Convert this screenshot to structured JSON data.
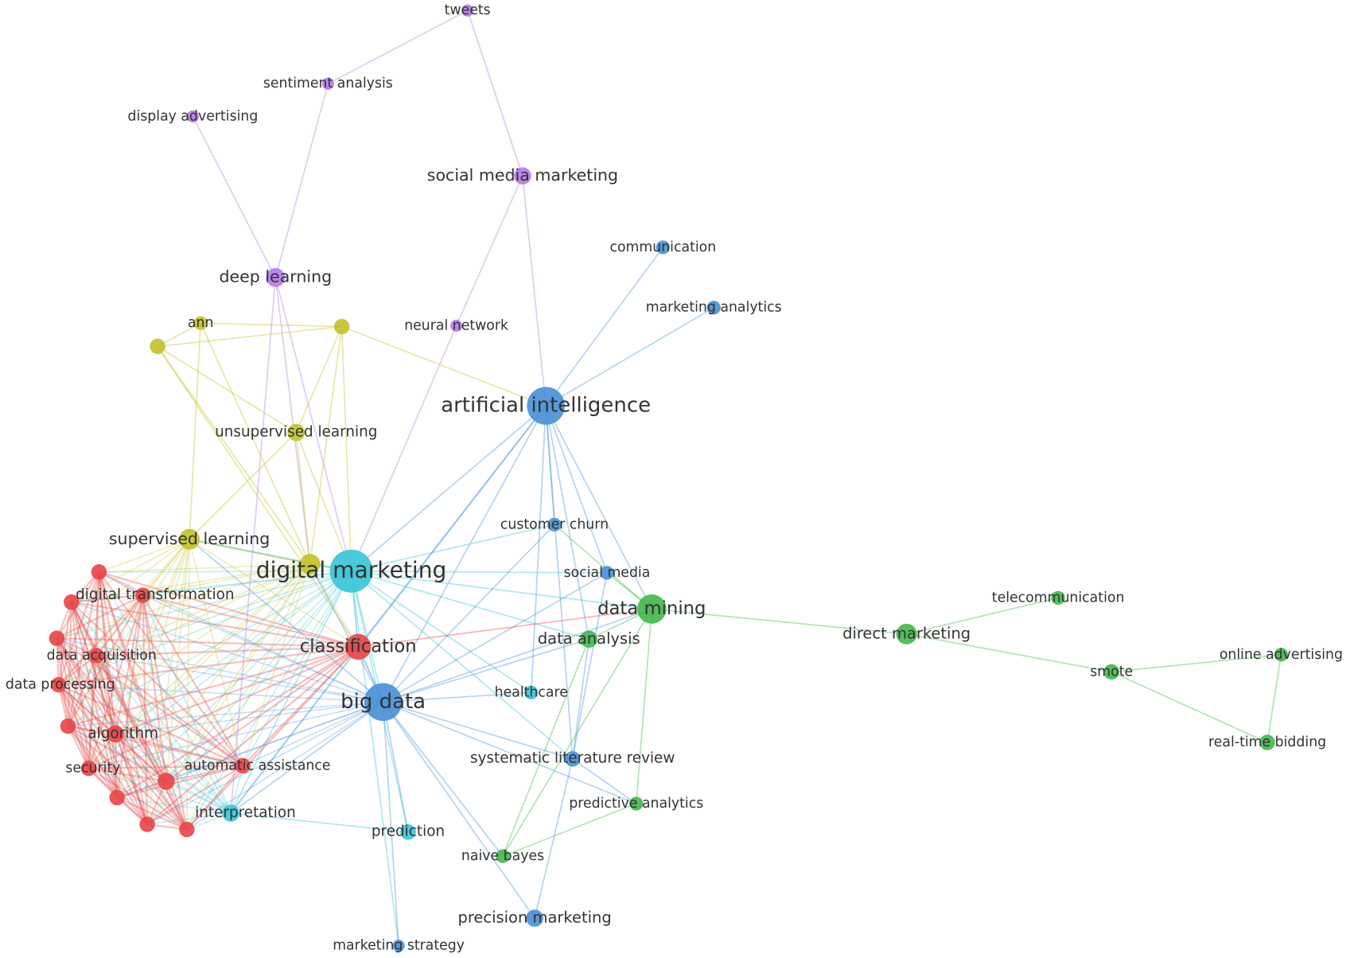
{
  "title": "Keyword co-occurrence network",
  "clusters": {
    "red": "#e8474a",
    "yellow": "#c4c22e",
    "cyan": "#3cc6d8",
    "blue": "#4b93d6",
    "green": "#47b84e",
    "purple": "#b47fe6"
  },
  "nodes": [
    {
      "id": "tweets",
      "label": "tweets",
      "cluster": "purple"
    },
    {
      "id": "sentiment",
      "label": "sentiment analysis",
      "cluster": "purple"
    },
    {
      "id": "display",
      "label": "display advertising",
      "cluster": "purple"
    },
    {
      "id": "smm",
      "label": "social media marketing",
      "cluster": "purple"
    },
    {
      "id": "deep",
      "label": "deep learning",
      "cluster": "purple"
    },
    {
      "id": "neural",
      "label": "neural network",
      "cluster": "purple"
    },
    {
      "id": "comm",
      "label": "communication",
      "cluster": "blue"
    },
    {
      "id": "mkt_analytics",
      "label": "marketing analytics",
      "cluster": "blue"
    },
    {
      "id": "ai",
      "label": "artificial intelligence",
      "cluster": "blue"
    },
    {
      "id": "churn",
      "label": "customer churn",
      "cluster": "blue"
    },
    {
      "id": "social",
      "label": "social media",
      "cluster": "blue"
    },
    {
      "id": "bigdata",
      "label": "big data",
      "cluster": "blue"
    },
    {
      "id": "slr",
      "label": "systematic literature review",
      "cluster": "blue"
    },
    {
      "id": "precision",
      "label": "precision marketing",
      "cluster": "blue"
    },
    {
      "id": "strategy",
      "label": "marketing strategy",
      "cluster": "blue"
    },
    {
      "id": "ann",
      "label": "ann",
      "cluster": "yellow"
    },
    {
      "id": "y1",
      "label": "",
      "cluster": "yellow"
    },
    {
      "id": "y2",
      "label": "",
      "cluster": "yellow"
    },
    {
      "id": "unsup",
      "label": "unsupervised learning",
      "cluster": "yellow"
    },
    {
      "id": "sup",
      "label": "supervised learning",
      "cluster": "yellow"
    },
    {
      "id": "y3",
      "label": "",
      "cluster": "yellow"
    },
    {
      "id": "dm",
      "label": "digital marketing",
      "cluster": "cyan"
    },
    {
      "id": "health",
      "label": "healthcare",
      "cluster": "cyan"
    },
    {
      "id": "interp",
      "label": "interpretation",
      "cluster": "cyan"
    },
    {
      "id": "pred",
      "label": "prediction",
      "cluster": "cyan"
    },
    {
      "id": "class",
      "label": "classification",
      "cluster": "red"
    },
    {
      "id": "r1",
      "label": "",
      "cluster": "red"
    },
    {
      "id": "r2",
      "label": "",
      "cluster": "red"
    },
    {
      "id": "dtrans",
      "label": "digital transformation",
      "cluster": "red"
    },
    {
      "id": "r3",
      "label": "",
      "cluster": "red"
    },
    {
      "id": "dacq",
      "label": "data acquisition",
      "cluster": "red"
    },
    {
      "id": "dproc",
      "label": "data processing",
      "cluster": "red"
    },
    {
      "id": "r4",
      "label": "",
      "cluster": "red"
    },
    {
      "id": "algo",
      "label": "algorithm",
      "cluster": "red"
    },
    {
      "id": "security",
      "label": "security",
      "cluster": "red"
    },
    {
      "id": "autoassist",
      "label": "automatic assistance",
      "cluster": "red"
    },
    {
      "id": "r5",
      "label": "",
      "cluster": "red"
    },
    {
      "id": "r6",
      "label": "",
      "cluster": "red"
    },
    {
      "id": "r7",
      "label": "",
      "cluster": "red"
    },
    {
      "id": "r8",
      "label": "",
      "cluster": "red"
    },
    {
      "id": "datamining",
      "label": "data mining",
      "cluster": "green"
    },
    {
      "id": "danalysis",
      "label": "data analysis",
      "cluster": "green"
    },
    {
      "id": "direct",
      "label": "direct marketing",
      "cluster": "green"
    },
    {
      "id": "telecom",
      "label": "telecommunication",
      "cluster": "green"
    },
    {
      "id": "smote",
      "label": "smote",
      "cluster": "green"
    },
    {
      "id": "online",
      "label": "online advertising",
      "cluster": "green"
    },
    {
      "id": "rtb",
      "label": "real-time bidding",
      "cluster": "green"
    },
    {
      "id": "predan",
      "label": "predictive analytics",
      "cluster": "green"
    },
    {
      "id": "naive",
      "label": "naive bayes",
      "cluster": "green"
    }
  ],
  "edges": [
    [
      "tweets",
      "sentiment"
    ],
    [
      "tweets",
      "smm"
    ],
    [
      "sentiment",
      "deep"
    ],
    [
      "display",
      "deep"
    ],
    [
      "smm",
      "neural"
    ],
    [
      "smm",
      "ai"
    ],
    [
      "deep",
      "dm"
    ],
    [
      "deep",
      "y3"
    ],
    [
      "deep",
      "interp"
    ],
    [
      "neural",
      "dm"
    ],
    [
      "ann",
      "y1"
    ],
    [
      "ann",
      "y2"
    ],
    [
      "y1",
      "y2"
    ],
    [
      "y1",
      "unsup"
    ],
    [
      "y1",
      "y3"
    ],
    [
      "ann",
      "y3"
    ],
    [
      "y2",
      "unsup"
    ],
    [
      "y2",
      "y3"
    ],
    [
      "y2",
      "ai"
    ],
    [
      "y2",
      "dm"
    ],
    [
      "unsup",
      "sup"
    ],
    [
      "unsup",
      "dm"
    ],
    [
      "unsup",
      "y3"
    ],
    [
      "sup",
      "y3"
    ],
    [
      "sup",
      "dm"
    ],
    [
      "ann",
      "sup"
    ],
    [
      "y1",
      "class"
    ],
    [
      "ai",
      "comm"
    ],
    [
      "ai",
      "mkt_analytics"
    ],
    [
      "ai",
      "churn"
    ],
    [
      "ai",
      "social"
    ],
    [
      "ai",
      "datamining"
    ],
    [
      "ai",
      "dm"
    ],
    [
      "ai",
      "bigdata"
    ],
    [
      "ai",
      "class"
    ],
    [
      "ai",
      "danalysis"
    ],
    [
      "ai",
      "health"
    ],
    [
      "ai",
      "slr"
    ],
    [
      "ai",
      "interp"
    ],
    [
      "dm",
      "social"
    ],
    [
      "dm",
      "datamining"
    ],
    [
      "dm",
      "danalysis"
    ],
    [
      "dm",
      "bigdata"
    ],
    [
      "dm",
      "class"
    ],
    [
      "dm",
      "churn"
    ],
    [
      "dm",
      "health"
    ],
    [
      "dm",
      "interp"
    ],
    [
      "dm",
      "pred"
    ],
    [
      "dm",
      "slr"
    ],
    [
      "dm",
      "strategy"
    ],
    [
      "dm",
      "sup"
    ],
    [
      "dm",
      "y3"
    ],
    [
      "bigdata",
      "class"
    ],
    [
      "bigdata",
      "slr"
    ],
    [
      "bigdata",
      "predan"
    ],
    [
      "bigdata",
      "naive"
    ],
    [
      "bigdata",
      "precision"
    ],
    [
      "bigdata",
      "strategy"
    ],
    [
      "bigdata",
      "pred"
    ],
    [
      "bigdata",
      "datamining"
    ],
    [
      "bigdata",
      "danalysis"
    ],
    [
      "bigdata",
      "churn"
    ],
    [
      "bigdata",
      "social"
    ],
    [
      "bigdata",
      "interp"
    ],
    [
      "bigdata",
      "health"
    ],
    [
      "bigdata",
      "y3"
    ],
    [
      "bigdata",
      "sup"
    ],
    [
      "datamining",
      "direct"
    ],
    [
      "datamining",
      "danalysis"
    ],
    [
      "datamining",
      "predan"
    ],
    [
      "datamining",
      "naive"
    ],
    [
      "datamining",
      "social"
    ],
    [
      "datamining",
      "churn"
    ],
    [
      "class",
      "datamining"
    ],
    [
      "direct",
      "telecom"
    ],
    [
      "direct",
      "smote"
    ],
    [
      "smote",
      "online"
    ],
    [
      "smote",
      "rtb"
    ],
    [
      "online",
      "rtb"
    ],
    [
      "slr",
      "precision"
    ],
    [
      "slr",
      "danalysis"
    ],
    [
      "slr",
      "predan"
    ],
    [
      "slr",
      "social"
    ],
    [
      "predan",
      "naive"
    ],
    [
      "interp",
      "pred"
    ],
    [
      "danalysis",
      "naive"
    ]
  ]
}
